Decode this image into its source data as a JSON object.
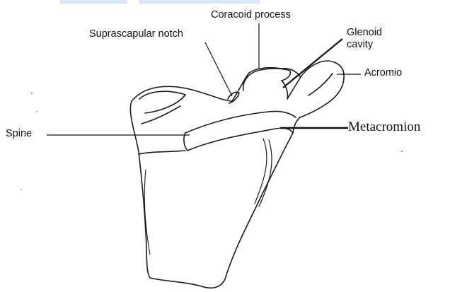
{
  "labels": {
    "coracoid": "Coracoid process",
    "suprascapular": "Suprascapular notch",
    "glenoid": "Glenoid\ncavity",
    "acromio": "Acromio",
    "spine": "Spine",
    "metacromion": "Metacromion"
  },
  "colors": {
    "outline": "#1a1a1a",
    "header_tint": "#d9e6fb"
  }
}
